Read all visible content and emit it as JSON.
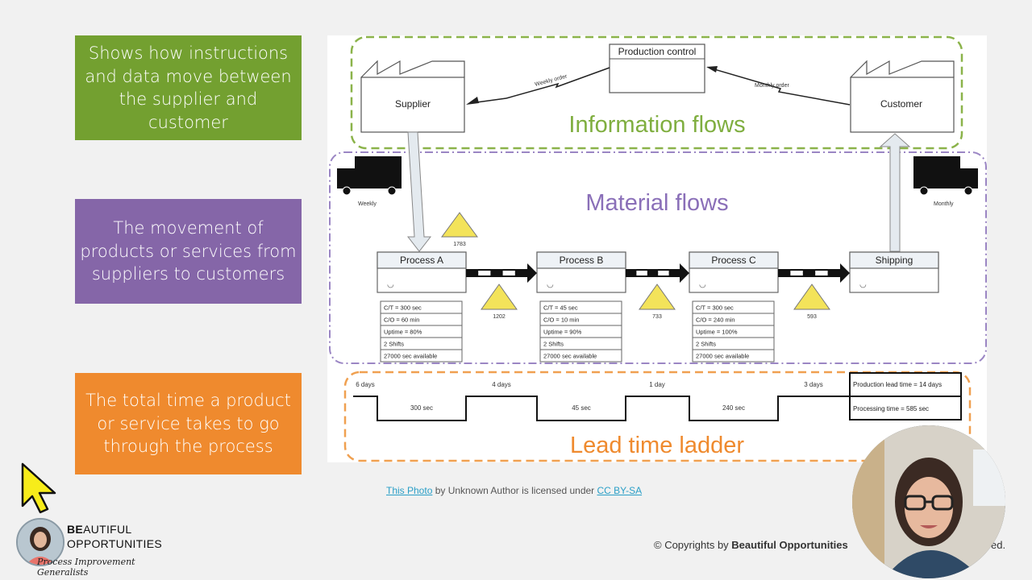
{
  "callouts": {
    "information": "Shows how instructions and data move between the supplier and customer",
    "material": "The movement of products or services from suppliers to customers",
    "leadtime": "The total time a product or service takes to go through the process"
  },
  "diagram": {
    "production_control": "Production control",
    "supplier": "Supplier",
    "customer": "Customer",
    "weekly_order": "Weekly order",
    "monthly_order": "Monthly order",
    "information_flows": "Information flows",
    "material_flows": "Material flows",
    "lead_time_ladder": "Lead time ladder",
    "weekly": "Weekly",
    "monthly": "Monthly",
    "inv_top": "1783",
    "processes": [
      {
        "name": "Process A",
        "data": [
          "C/T = 300 sec",
          "C/O = 60 min",
          "Uptime = 80%",
          "2 Shifts",
          "27000 sec available"
        ]
      },
      {
        "name": "Process B",
        "data": [
          "C/T = 45 sec",
          "C/O = 10 min",
          "Uptime = 90%",
          "2 Shifts",
          "27000 sec available"
        ]
      },
      {
        "name": "Process C",
        "data": [
          "C/T = 300 sec",
          "C/O = 240 min",
          "Uptime = 100%",
          "2 Shifts",
          "27000 sec available"
        ]
      },
      {
        "name": "Shipping",
        "data": []
      }
    ],
    "inventories": [
      "1202",
      "733",
      "593"
    ],
    "ladder_days": [
      "6 days",
      "4 days",
      "1 day",
      "3 days"
    ],
    "ladder_secs": [
      "300 sec",
      "45 sec",
      "240 sec"
    ],
    "production_lead_time": "Production lead time = 14 days",
    "processing_time": "Processing time = 585 sec"
  },
  "caption": {
    "link": "This Photo",
    "middle": " by Unknown Author is licensed under ",
    "license": "CC BY-SA"
  },
  "copyright": {
    "prefix": "© Copyrights by ",
    "brand": "Beautiful Opportunities",
    "tail": "ed."
  },
  "logo": {
    "line1_bold": "BE",
    "line1_rest": "AUTIFUL",
    "line2": "OPPORTUNITIES",
    "tagline": "Process Improvement Generalists"
  },
  "colors": {
    "green": "#73a030",
    "purple": "#8566a8",
    "orange": "#ef8a2e"
  }
}
